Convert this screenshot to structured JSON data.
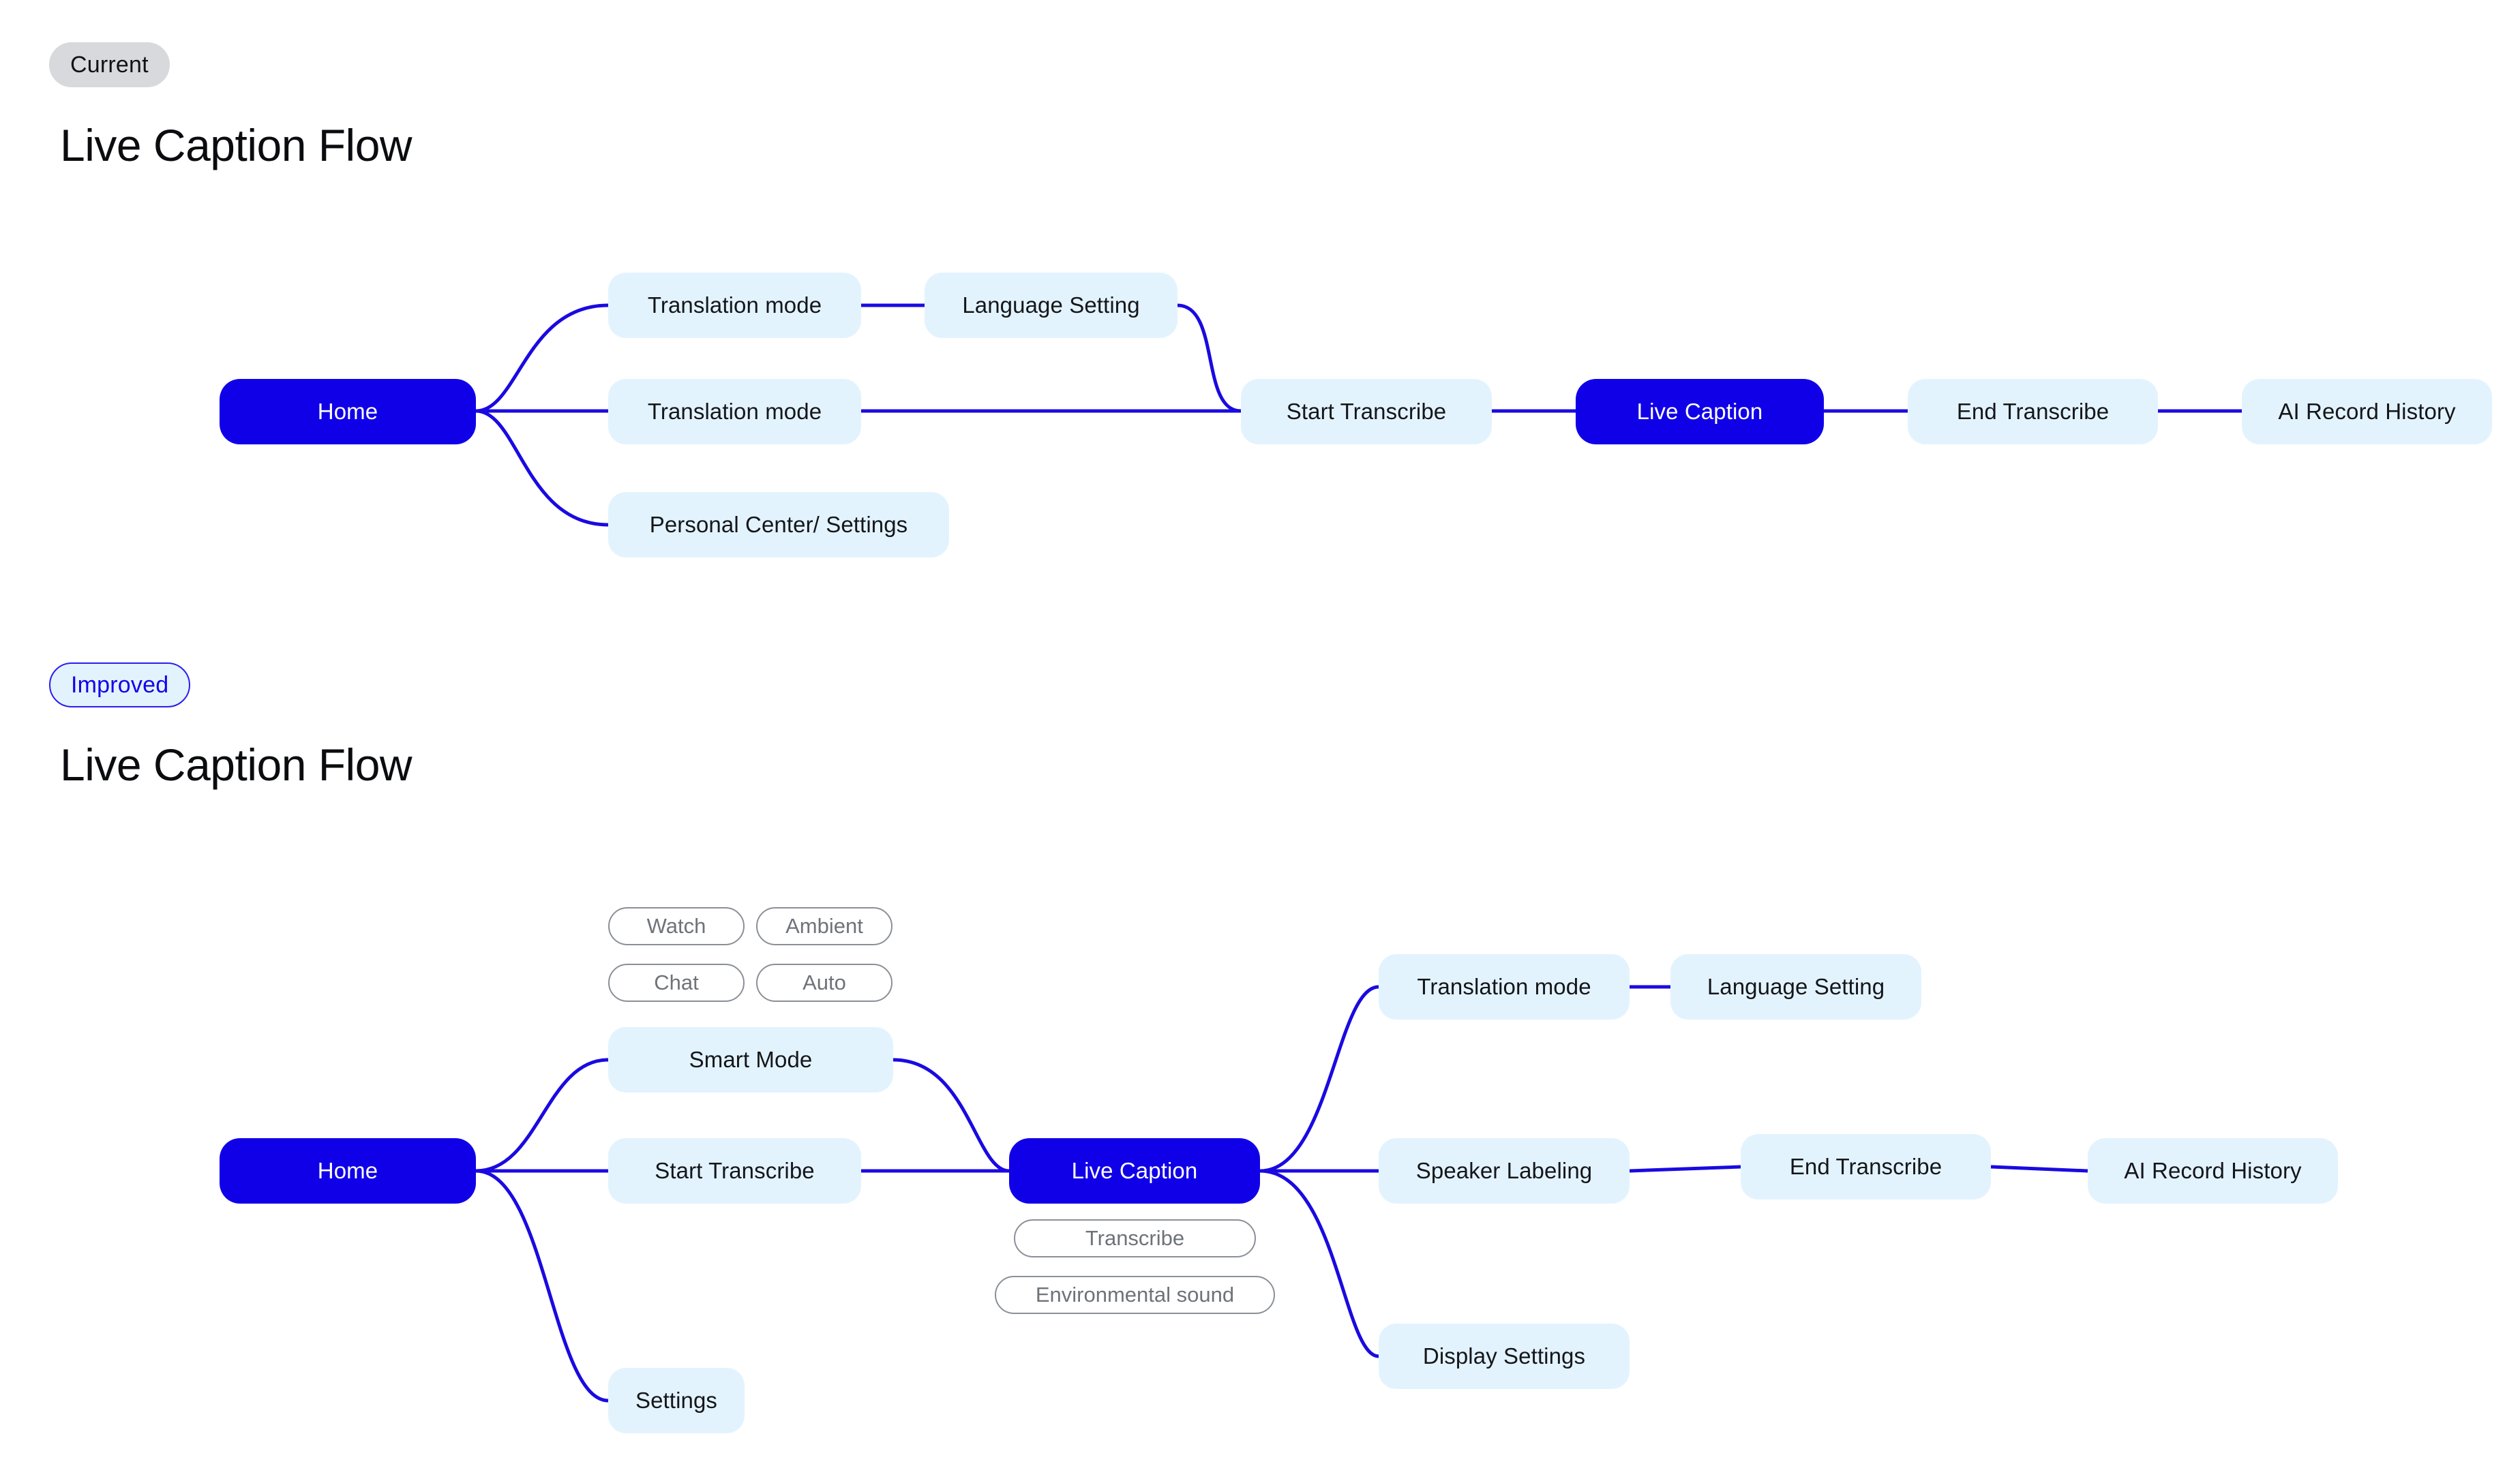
{
  "theme": {
    "primary": "#1000e8",
    "node_light_bg": "#e3f3fe",
    "badge_current_bg": "#d7d9dc",
    "badge_improved_bg": "#e3f3fe",
    "edge_color": "#1a0ae0",
    "pill_border": "#8b9096",
    "pill_text": "#6e7379",
    "page_bg": "#ffffff"
  },
  "sections": [
    {
      "badge": "Current",
      "title": "Live Caption Flow",
      "nodes": {
        "home": "Home",
        "translation_mode_top": "Translation mode",
        "language_setting": "Language Setting",
        "translation_mode_mid": "Translation mode",
        "personal_center_settings": "Personal Center/ Settings",
        "start_transcribe": "Start Transcribe",
        "live_caption": "Live Caption",
        "end_transcribe": "End Transcribe",
        "ai_record_history": "AI Record History"
      }
    },
    {
      "badge": "Improved",
      "title": "Live Caption Flow",
      "nodes": {
        "home": "Home",
        "smart_mode": "Smart Mode",
        "start_transcribe": "Start Transcribe",
        "settings": "Settings",
        "live_caption": "Live Caption",
        "translation_mode": "Translation mode",
        "language_setting": "Language Setting",
        "speaker_labeling": "Speaker Labeling",
        "end_transcribe": "End Transcribe",
        "ai_record_history": "AI Record History",
        "display_settings": "Display Settings"
      },
      "smart_mode_pills": [
        "Watch",
        "Ambient",
        "Chat",
        "Auto"
      ],
      "live_caption_pills": [
        "Transcribe",
        "Environmental sound"
      ]
    }
  ]
}
